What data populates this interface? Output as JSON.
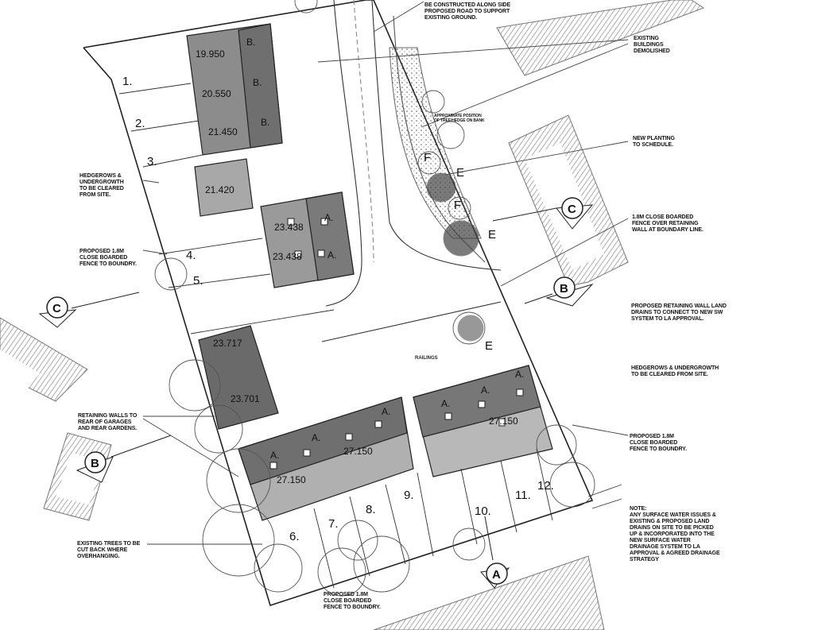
{
  "drawing": {
    "title": "Proposed site layout plan",
    "colors": {
      "ink": "#111111",
      "block_dark": "#6f6f6f",
      "block_mid": "#9a9a9a",
      "block_light": "#bdbdbd",
      "hatch": "#8a8a8a"
    },
    "notes": {
      "retaining_walls_top": "Retaining walls to\nbe constructed along side\nproposed road to support\nexisting ground.",
      "existing_buildings": "Existing\nbuildings\ndemolished",
      "approx_position": "Approximate position\nof tree/hedge on bank",
      "new_planting": "New planting\nto schedule.",
      "fence_over_wall": "1.8m close boarded\nfence over retaining\nwall at boundary line.",
      "retaining_wall_drains": "Proposed retaining wall land\ndrains to connect to new SW\nsystem to LA approval.",
      "hedgerows_right": "Hedgerows & undergrowth\nto be cleared from site.",
      "fence_right": "Proposed 1.8m\nclose boarded\nfence to boundry.",
      "surface_water": "Note:\nAny surface water issues &\nexisting & proposed land\ndrains on site to be picked\nup & incorporated into the\nnew surface water\ndrainage system to LA\napproval & agreed drainage\nstrategy",
      "hedgerows_left": "Hedgerows &\nundergrowth\nto be cleared\nfrom site.",
      "fence_left": "Proposed 1.8m\nclose boarded\nfence to boundry.",
      "retaining_walls_garages": "Retaining walls to\nrear of garages\nand rear gardens.",
      "existing_trees": "Existing trees to be\ncut back where\noverhanging.",
      "fence_bottom": "Proposed 1.8m\nclose boarded\nfence to boundry."
    },
    "levels": [
      "19.950",
      "20.550",
      "21.450",
      "21.420",
      "23.438",
      "23.438",
      "23.717",
      "23.701",
      "27.150",
      "27.150",
      "27.150"
    ],
    "house_types": [
      "B.",
      "B.",
      "B.",
      "A.",
      "A.",
      "A.",
      "A.",
      "A.",
      "A.",
      "A.",
      "A."
    ],
    "plots": [
      "1.",
      "2.",
      "3.",
      "4.",
      "5.",
      "6.",
      "7.",
      "8.",
      "9.",
      "10.",
      "11.",
      "12."
    ],
    "sections": {
      "c": "C",
      "b": "B",
      "a": "A"
    },
    "small_labels": {
      "railings": "RAILINGS",
      "e": "E",
      "f": "F"
    }
  }
}
